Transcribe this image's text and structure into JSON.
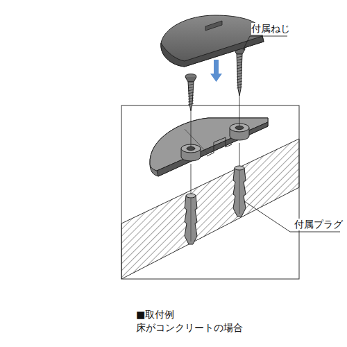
{
  "diagram": {
    "title": "■取付例",
    "caption": "床がコンクリートの場合",
    "labels": [
      "付属ねじ",
      "付属プラグ"
    ]
  }
}
